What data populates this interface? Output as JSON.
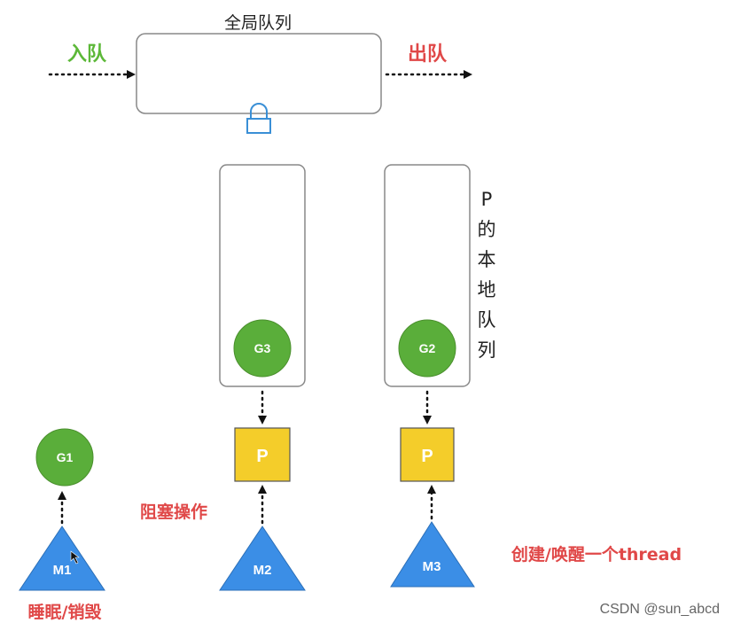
{
  "global_queue": {
    "title": "全局队列",
    "enqueue_label": "入队",
    "dequeue_label": "出队"
  },
  "local_queue_label": [
    "P",
    "的",
    "本",
    "地",
    "队",
    "列"
  ],
  "goroutines": {
    "g1": "G1",
    "g2": "G2",
    "g3": "G3"
  },
  "processors": {
    "p1": "P",
    "p2": "P"
  },
  "machines": {
    "m1": "M1",
    "m2": "M2",
    "m3": "M3"
  },
  "annotations": {
    "blocking": "阻塞操作",
    "sleep_destroy": "睡眠/销毁",
    "create_wake": "创建/唤醒一个thread"
  },
  "watermark": "CSDN @sun_abcd",
  "colors": {
    "enqueue_green": "#5cb838",
    "dequeue_red": "#e04848",
    "goroutine_green": "#5aae3a",
    "processor_yellow": "#f4cd2a",
    "machine_blue": "#3b8ee6",
    "lock_blue": "#3a8fd6"
  }
}
